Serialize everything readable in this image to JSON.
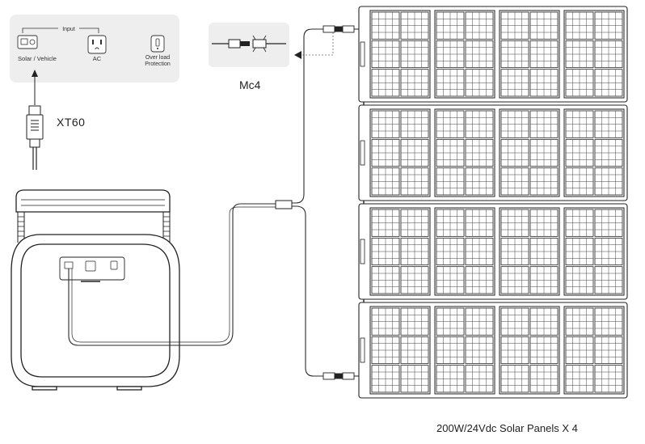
{
  "input_panel": {
    "header": "Input",
    "solar_vehicle": "Solar / Vehicle",
    "ac": "AC",
    "overload_line1": "Over load",
    "overload_line2": "Protection"
  },
  "connectors": {
    "xt60": "XT60",
    "mc4": "Mc4"
  },
  "caption": "200W/24Vdc Solar Panels X 4",
  "colors": {
    "panel_bg": "#eeeeee",
    "line": "#2a2a2a"
  }
}
